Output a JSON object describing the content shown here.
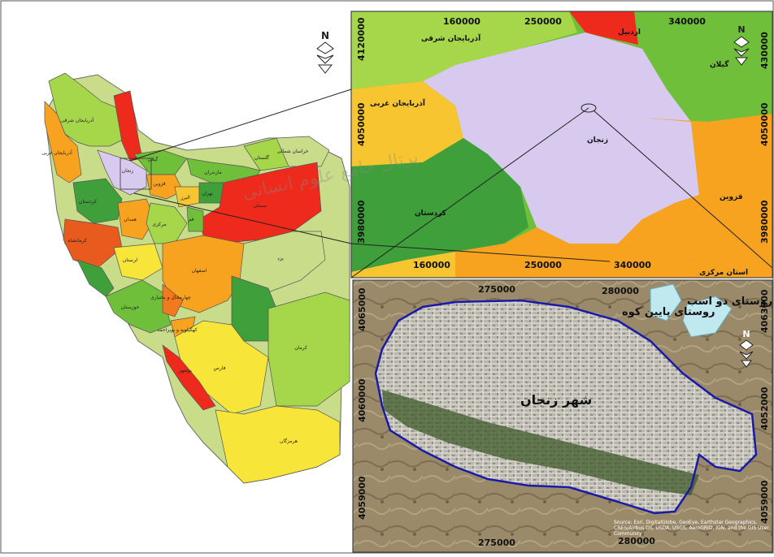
{
  "watermark": {
    "text": "پرتال جامع علوم انسانی"
  },
  "north_arrow": {
    "letter": "N"
  },
  "iran_map": {
    "provinces": [
      {
        "label": "گیلان"
      },
      {
        "label": "مازندران"
      },
      {
        "label": "گلستان"
      },
      {
        "label": "خراسان شمالی"
      },
      {
        "label": "آذربایجان شرقی"
      },
      {
        "label": "آذربایجان غربی"
      },
      {
        "label": "زنجان"
      },
      {
        "label": "قزوین"
      },
      {
        "label": "البرز"
      },
      {
        "label": "تهران"
      },
      {
        "label": "سمنان"
      },
      {
        "label": "کردستان"
      },
      {
        "label": "همدان"
      },
      {
        "label": "کرمانشاه"
      },
      {
        "label": "مرکزی"
      },
      {
        "label": "قم"
      },
      {
        "label": "لرستان"
      },
      {
        "label": "اصفهان"
      },
      {
        "label": "خوزستان"
      },
      {
        "label": "چهارمحال و بختیاری"
      },
      {
        "label": "کهگیلویه و بویراحمد"
      },
      {
        "label": "فارس"
      },
      {
        "label": "کرمان"
      },
      {
        "label": "بوشهر"
      },
      {
        "label": "هرمزگان"
      },
      {
        "label": "یزد"
      }
    ]
  },
  "zanjan_map": {
    "x_ticks_top": [
      "160000",
      "250000",
      "340000"
    ],
    "x_ticks_bottom": [
      "160000",
      "250000",
      "340000"
    ],
    "y_ticks_left": [
      "4120000",
      "4050000",
      "3980000"
    ],
    "y_ticks_right": [
      "430000",
      "4050000",
      "3980000"
    ],
    "labels": {
      "ardabil": "اردبیل",
      "azar_sharghi": "آذربایجان شرقی",
      "azar_gharbi": "آذربایجان غربی",
      "gilan": "گیلان",
      "zanjan": "زنجان",
      "kordestan": "کردستان",
      "qazvin": "قزوین",
      "markazi": "استان مرکزی"
    },
    "colors": {
      "zanjan": "#d8c9ee",
      "green": "#6fbf3a",
      "dark_green": "#3f9f3a",
      "orange": "#f7a31f",
      "yellow": "#f7c52f",
      "red": "#ee2a1c",
      "light_green": "#a6d64a"
    }
  },
  "city_map": {
    "x_ticks_top": [
      "275000",
      "280000"
    ],
    "x_ticks_bottom": [
      "275000",
      "280000"
    ],
    "y_ticks_left": [
      "4065000",
      "4060000",
      "4059000"
    ],
    "y_ticks_right": [
      "4063000",
      "4052000",
      "4059000"
    ],
    "labels": {
      "city": "شهر زنجان",
      "village1": "روستای پایین کوه",
      "village2": "روستای دو اسب"
    },
    "source": "Source: Esri, DigitalGlobe, GeoEye, Earthstar Geographics, CNES/Airbus DS, USDA, USGS, AeroGRID, IGN, and the GIS User Community",
    "boundary_color": "#1a1aa8"
  }
}
